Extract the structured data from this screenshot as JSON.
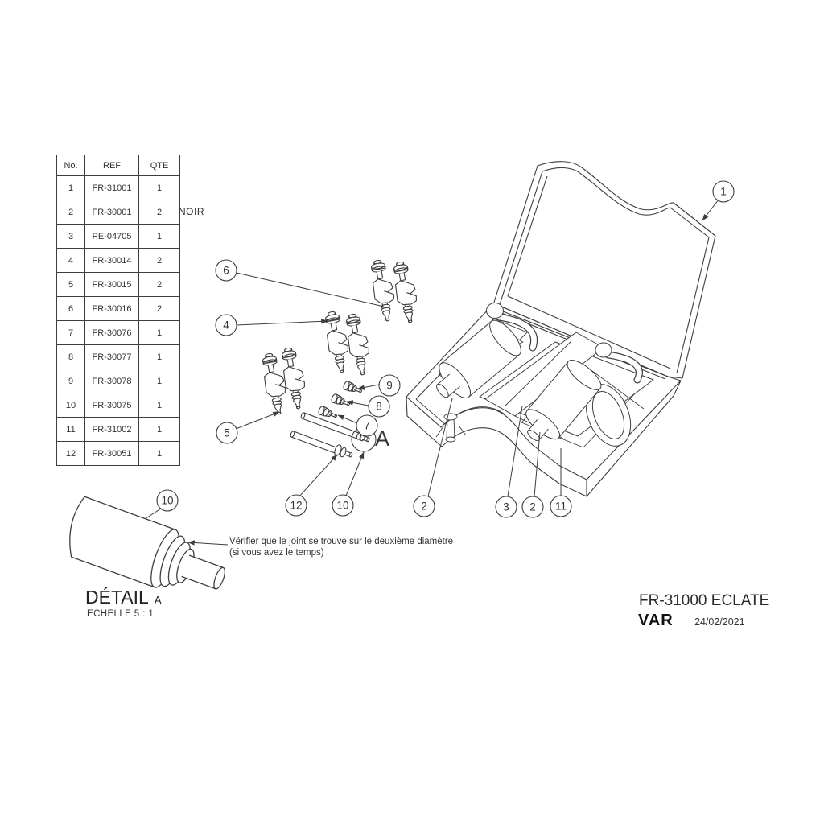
{
  "title_block": {
    "drawing_title": "FR-31000 ECLATE",
    "author": "VAR",
    "date": "24/02/2021"
  },
  "parts_table": {
    "headers": [
      "No.",
      "REF",
      "QTE"
    ],
    "rows": [
      {
        "no": "1",
        "ref": "FR-31001",
        "qte": "1"
      },
      {
        "no": "2",
        "ref": "FR-30001",
        "qte": "2"
      },
      {
        "no": "3",
        "ref": "PE-04705",
        "qte": "1"
      },
      {
        "no": "4",
        "ref": "FR-30014",
        "qte": "2"
      },
      {
        "no": "5",
        "ref": "FR-30015",
        "qte": "2"
      },
      {
        "no": "6",
        "ref": "FR-30016",
        "qte": "2"
      },
      {
        "no": "7",
        "ref": "FR-30076",
        "qte": "1"
      },
      {
        "no": "8",
        "ref": "FR-30077",
        "qte": "1"
      },
      {
        "no": "9",
        "ref": "FR-30078",
        "qte": "1"
      },
      {
        "no": "10",
        "ref": "FR-30075",
        "qte": "1"
      },
      {
        "no": "11",
        "ref": "FR-31002",
        "qte": "1"
      },
      {
        "no": "12",
        "ref": "FR-30051",
        "qte": "1"
      }
    ]
  },
  "annotations": {
    "noir": "NOIR",
    "detail_marker": "A",
    "note_line1": "Vérifier que le joint se trouve sur le deuxième diamètre",
    "note_line2": "(si vous avez le temps)",
    "detail_title": "DÉTAIL",
    "detail_title_sub": "A",
    "detail_scale": "ECHELLE  5 : 1"
  },
  "callouts": [
    {
      "label": "1"
    },
    {
      "label": "6"
    },
    {
      "label": "4"
    },
    {
      "label": "5"
    },
    {
      "label": "9"
    },
    {
      "label": "8"
    },
    {
      "label": "7"
    },
    {
      "label": "12"
    },
    {
      "label": "10"
    },
    {
      "label": "2"
    },
    {
      "label": "3"
    },
    {
      "label": "2"
    },
    {
      "label": "11"
    },
    {
      "label": "10"
    }
  ],
  "colors": {
    "line": "#3d3d3d",
    "text": "#2f2f2f"
  }
}
